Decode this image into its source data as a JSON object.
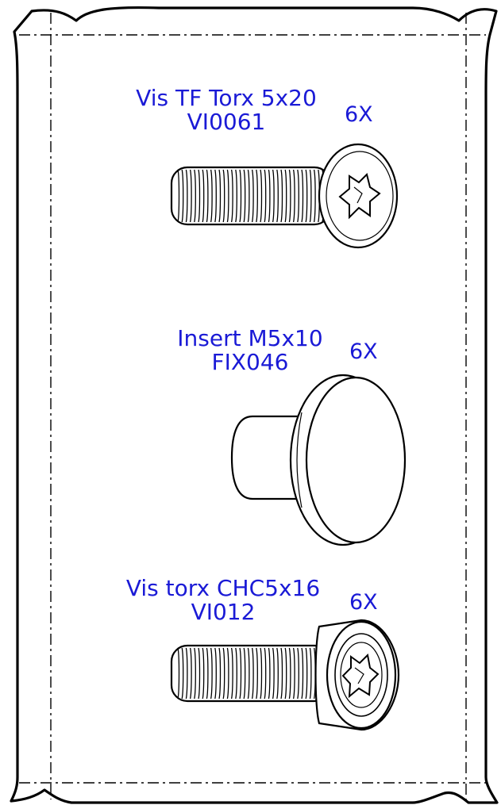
{
  "parts": [
    {
      "name": "Vis TF Torx 5x20",
      "ref": "VI0061",
      "qty": "6X"
    },
    {
      "name": "Insert M5x10",
      "ref": "FIX046",
      "qty": "6X"
    },
    {
      "name": "Vis torx CHC5x16",
      "ref": "VI012",
      "qty": "6X"
    }
  ],
  "colors": {
    "label": "#1a1ad6",
    "line": "#000000"
  }
}
